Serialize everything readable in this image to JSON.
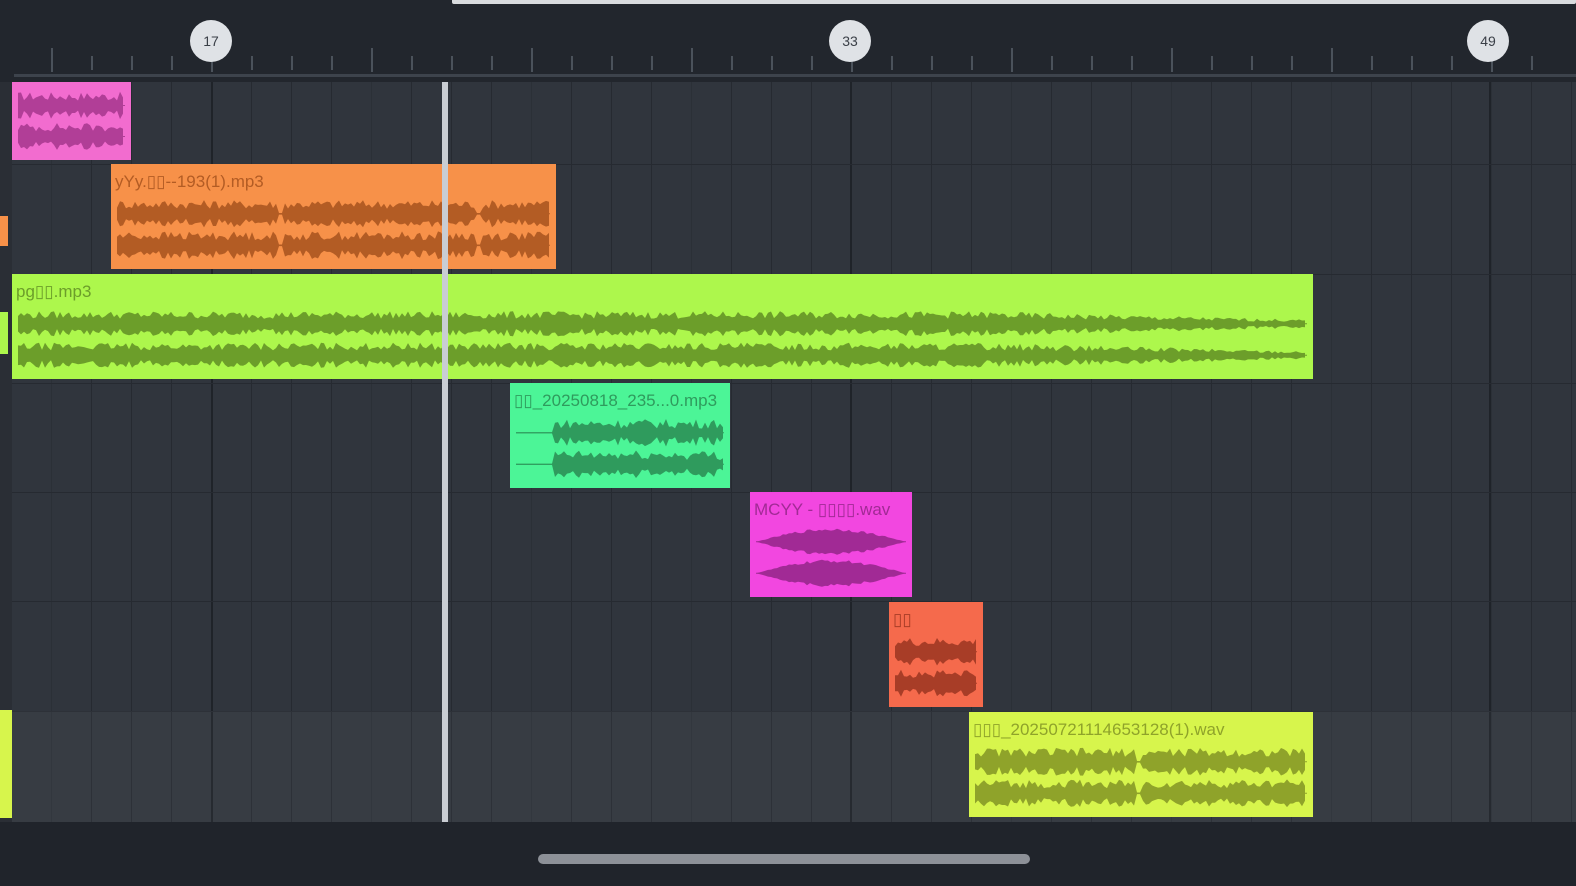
{
  "window": {
    "background": "#20242b"
  },
  "ruler": {
    "markers": [
      {
        "label": "17"
      },
      {
        "label": "33"
      },
      {
        "label": "49"
      }
    ]
  },
  "clips": [
    {
      "name": "clip-pink-short",
      "label": "",
      "color": "#f26ccf",
      "wave": "#b13e97",
      "track": 0
    },
    {
      "name": "clip-yyy-193",
      "label": "yYy.▯▯--193(1).mp3",
      "color": "#f79149",
      "wave": "#b35c24",
      "track": 1
    },
    {
      "name": "clip-pg-mp3",
      "label": "pg▯▯.mp3",
      "color": "#adf74c",
      "wave": "#6c9e2a",
      "track": 2
    },
    {
      "name": "clip-20250818",
      "label": "▯▯_20250818_235...0.mp3",
      "color": "#4cf597",
      "wave": "#2f9b5d",
      "track": 3
    },
    {
      "name": "clip-mcyy",
      "label": "MCYY - ▯▯▯▯.wav",
      "color": "#f247e0",
      "wave": "#a12a95",
      "track": 4
    },
    {
      "name": "clip-red",
      "label": "▯▯",
      "color": "#f56a4c",
      "wave": "#a83d27",
      "track": 5
    },
    {
      "name": "clip-20250721",
      "label": "▯▯▯_20250721114653128(1).wav",
      "color": "#d7f54c",
      "wave": "#8fa32a",
      "track": 6
    }
  ],
  "track_indicators": [
    {
      "track": 1,
      "color": "#f79149"
    },
    {
      "track": 2,
      "color": "#adf74c"
    },
    {
      "track": 6,
      "color": "#d7f54c"
    }
  ]
}
